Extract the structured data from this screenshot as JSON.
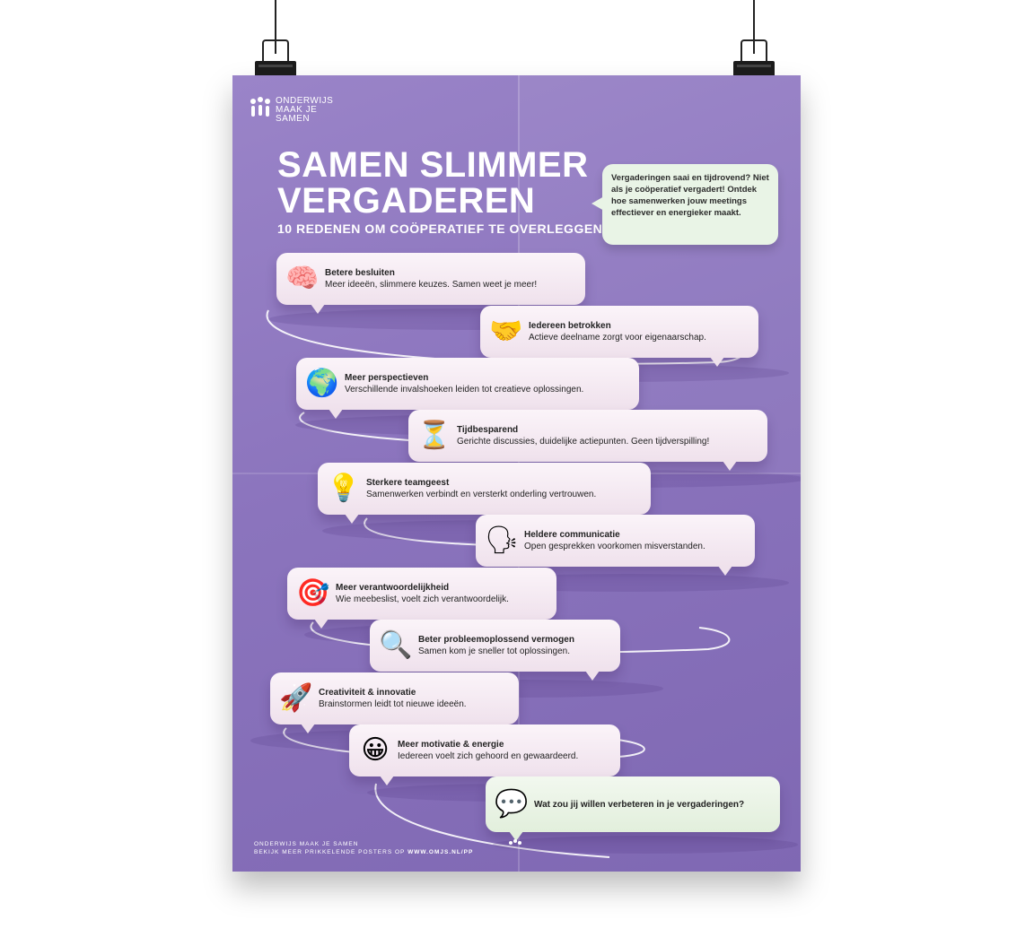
{
  "logo": {
    "line1": "ONDERWIJS",
    "line2": "MAAK JE",
    "line3": "SAMEN"
  },
  "title": {
    "line1": "SAMEN SLIMMER",
    "line2": "VERGADEREN"
  },
  "subtitle": "10 REDENEN OM COÖPERATIEF TE OVERLEGGEN",
  "intro": "Vergaderingen saai en tijdrovend? Niet als je coöperatief vergadert! Ontdek hoe samenwerken jouw meetings effectiever en energieker maakt.",
  "items": [
    {
      "icon": "brain-icon",
      "glyph": "🧠",
      "title": "Betere besluiten",
      "text": "Meer ideeën, slimmere keuzes. Samen weet je meer!"
    },
    {
      "icon": "handshake-icon",
      "glyph": "🤝",
      "title": "Iedereen betrokken",
      "text": "Actieve deelname zorgt voor eigenaarschap."
    },
    {
      "icon": "globe-icon",
      "glyph": "🌍",
      "title": "Meer perspectieven",
      "text": "Verschillende invalshoeken leiden tot creatieve oplossingen."
    },
    {
      "icon": "hourglass-icon",
      "glyph": "⏳",
      "title": "Tijdbesparend",
      "text": "Gerichte discussies, duidelijke actiepunten. Geen tijdverspilling!"
    },
    {
      "icon": "lightbulb-icon",
      "glyph": "💡",
      "title": "Sterkere teamgeest",
      "text": "Samenwerken verbindt en versterkt onderling vertrouwen."
    },
    {
      "icon": "speaking-head-icon",
      "glyph": "🗣",
      "title": "Heldere communicatie",
      "text": "Open gesprekken voorkomen misverstanden."
    },
    {
      "icon": "target-icon",
      "glyph": "🎯",
      "title": "Meer verantwoordelijkheid",
      "text": "Wie meebeslist, voelt zich verantwoordelijk."
    },
    {
      "icon": "magnifier-icon",
      "glyph": "🔍",
      "title": "Beter probleemoplossend vermogen",
      "text": "Samen kom je sneller tot oplossingen."
    },
    {
      "icon": "rocket-icon",
      "glyph": "🚀",
      "title": "Creativiteit & innovatie",
      "text": "Brainstormen leidt tot nieuwe ideeën."
    },
    {
      "icon": "smiley-icon",
      "glyph": "😀",
      "title": "Meer motivatie & energie",
      "text": "Iedereen voelt zich gehoord en gewaardeerd."
    }
  ],
  "question": {
    "icon": "speech-bubble-icon",
    "glyph": "💬",
    "text": "Wat zou jij willen verbeteren in je vergaderingen?"
  },
  "footer": {
    "line1": "ONDERWIJS MAAK JE SAMEN",
    "line2_prefix": "BEKIJK MEER PRIKKELENDE POSTERS OP",
    "line2_url": "WWW.OMJS.NL/PP"
  }
}
